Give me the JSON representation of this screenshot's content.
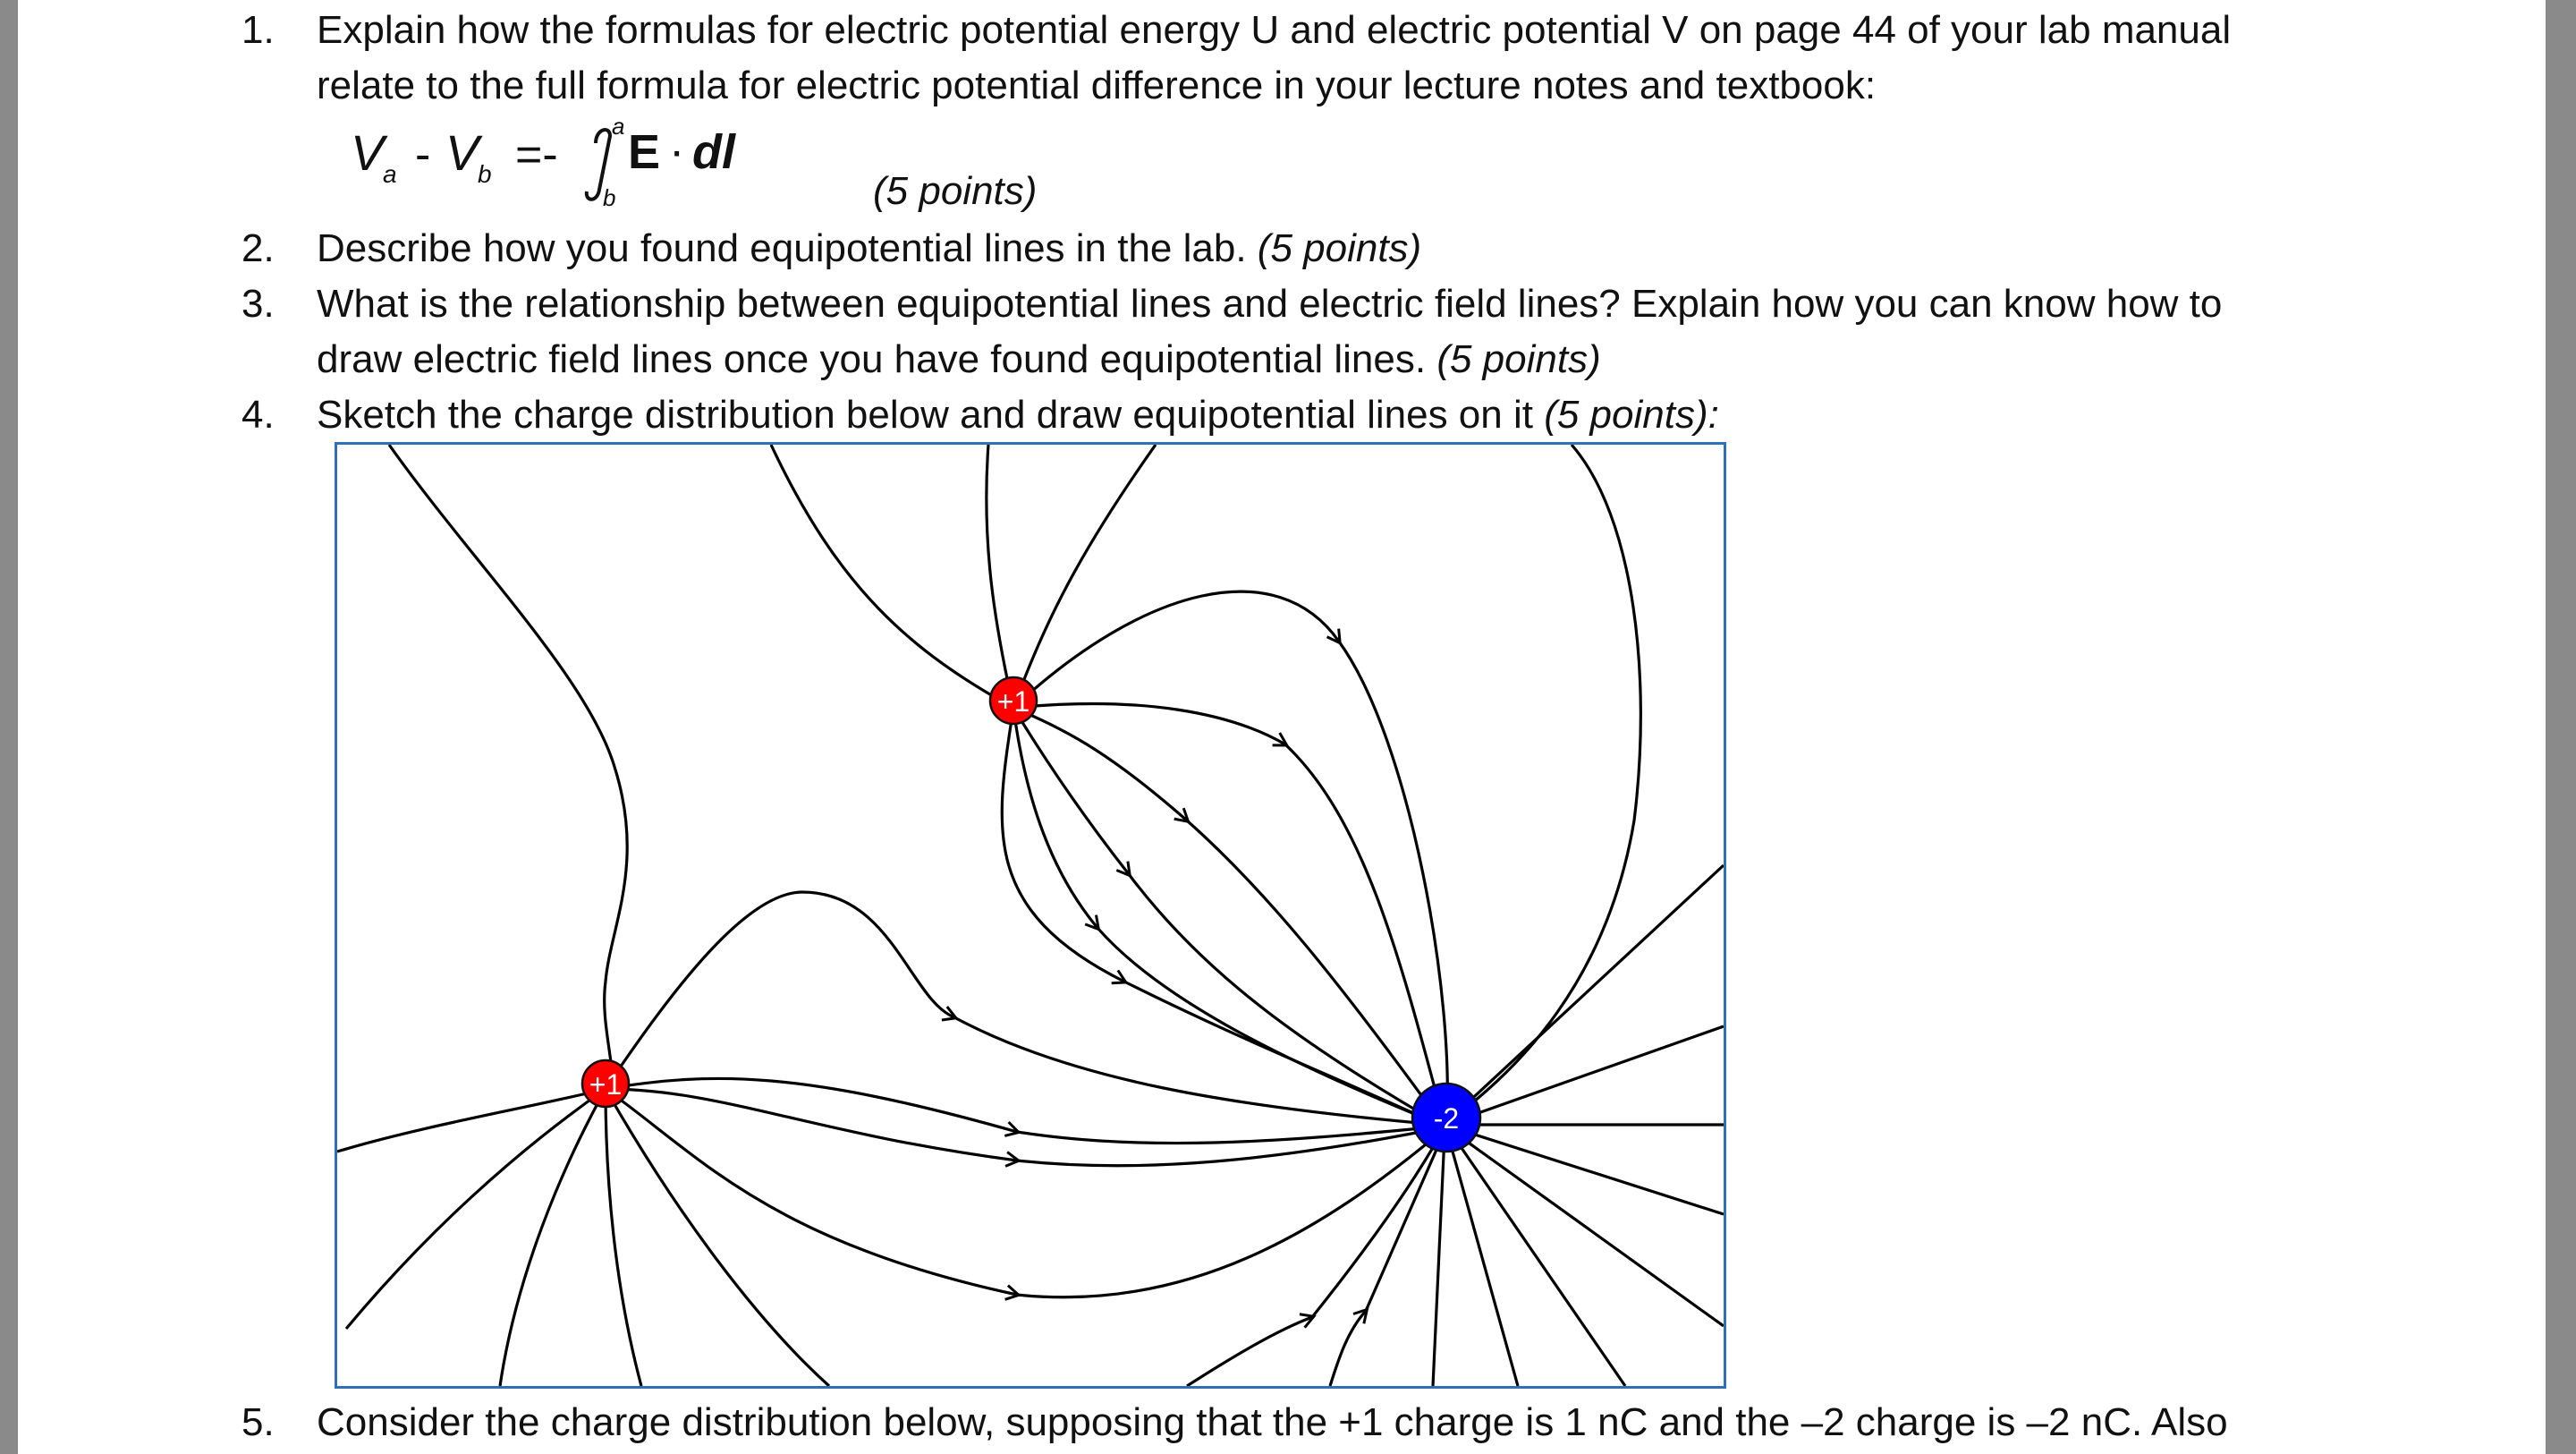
{
  "questions": [
    {
      "number": "1.",
      "line1": "Explain how the formulas for electric potential energy U and electric potential V on page 44 of your lab manual",
      "line2": "relate to the full formula for electric potential difference in your lecture notes and textbook:",
      "points": "(5 points)"
    },
    {
      "number": "2.",
      "text": "Describe how you found equipotential lines in the lab. ",
      "points": "(5 points)"
    },
    {
      "number": "3.",
      "line1": "What is the relationship between equipotential lines and electric field lines?  Explain how you can know how to",
      "line2": "draw electric field lines once you have found equipotential lines. ",
      "points": "(5 points)"
    },
    {
      "number": "4.",
      "text": "Sketch the charge distribution below and draw equipotential lines on it ",
      "points": "(5 points):"
    },
    {
      "number": "5.",
      "text": "Consider the charge distribution below, supposing that the +1 charge is 1 nC and the –2 charge is –2 nC.  Also"
    }
  ],
  "formula": {
    "va": "V",
    "va_sub": "a",
    "minus": "-",
    "vb": "V",
    "vb_sub": "b",
    "eq": "=-",
    "integral_upper": "a",
    "integral_lower": "b",
    "e_vec": "E",
    "dot": "·",
    "dl": "dl"
  },
  "figure": {
    "charges": [
      {
        "label": "+1",
        "color": "#ff0000"
      },
      {
        "label": "+1",
        "color": "#ff0000"
      },
      {
        "label": "-2",
        "color": "#0000ff"
      }
    ],
    "border_color": "#2f6fb6",
    "line_color": "#000000"
  }
}
